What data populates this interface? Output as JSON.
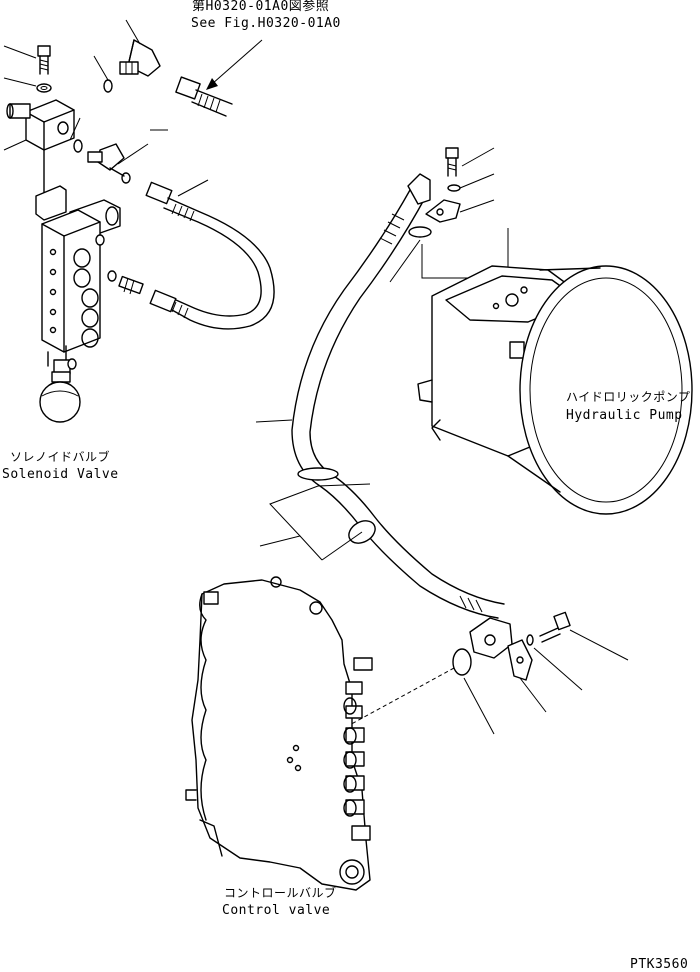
{
  "reference": {
    "jp": "第H0320-01A0図参照",
    "en": "See Fig.H0320-01A0"
  },
  "parts": {
    "solenoid_valve": {
      "jp": "ソレノイドバルブ",
      "en": "Solenoid Valve"
    },
    "hydraulic_pump": {
      "jp": "ハイドロリックポンプ",
      "en": "Hydraulic Pump"
    },
    "control_valve": {
      "jp": "コントロールバルブ",
      "en": "Control valve"
    }
  },
  "drawing_number": "PTK3560"
}
